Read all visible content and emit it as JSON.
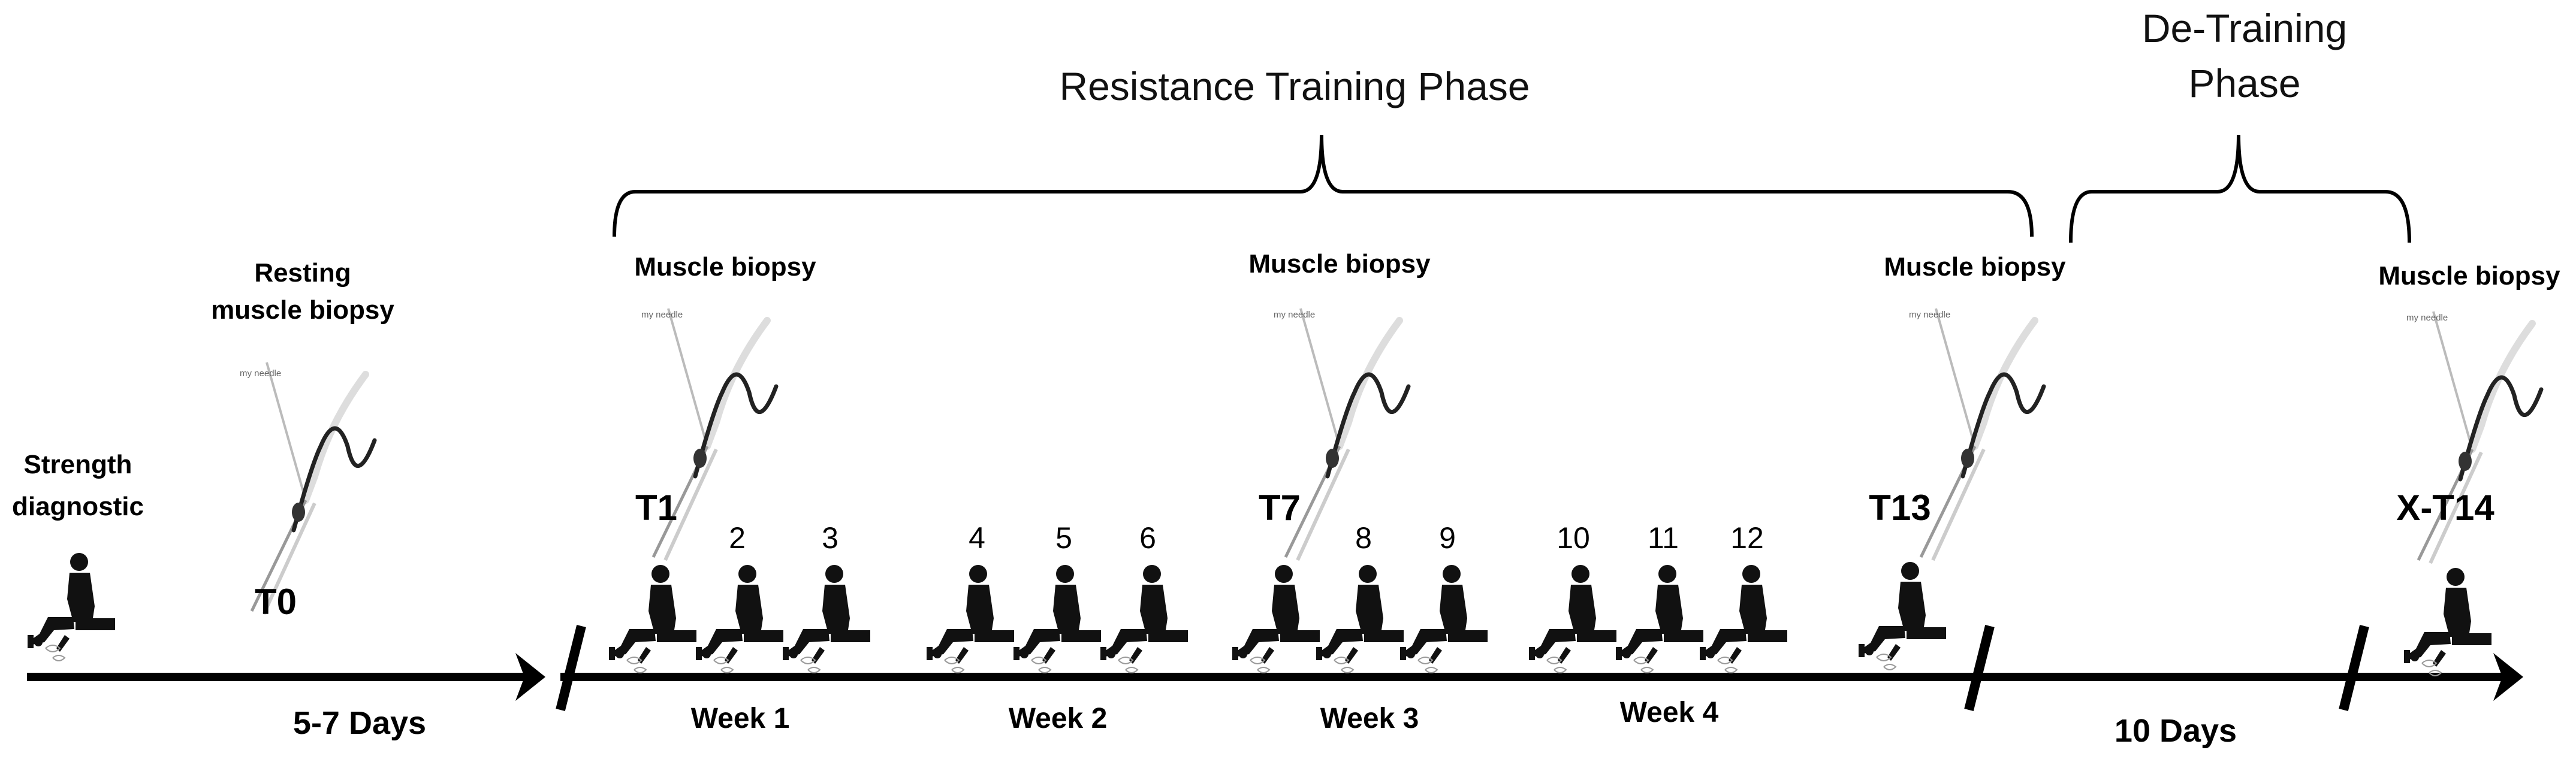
{
  "phases": {
    "resistance": "Resistance Training Phase",
    "detraining_line1": "De-Training",
    "detraining_line2": "Phase"
  },
  "labels": {
    "strength_line1": "Strength",
    "strength_line2": "diagnostic",
    "resting_line1": "Resting",
    "resting_line2": "muscle biopsy",
    "muscle_biopsy": "Muscle biopsy",
    "needle": "my needle"
  },
  "timepoints": {
    "t0": "T0",
    "t1": "T1",
    "t7": "T7",
    "t13": "T13",
    "xt14": "X-T14"
  },
  "sessions": [
    "2",
    "3",
    "4",
    "5",
    "6",
    "8",
    "9",
    "10",
    "11",
    "12"
  ],
  "weeks": [
    "Week 1",
    "Week 2",
    "Week 3",
    "Week 4"
  ],
  "durations": {
    "pre": "5-7 Days",
    "post": "10 Days"
  },
  "icons": {
    "needle": "biopsy-needle-icon",
    "person": "leg-press-person-icon"
  }
}
